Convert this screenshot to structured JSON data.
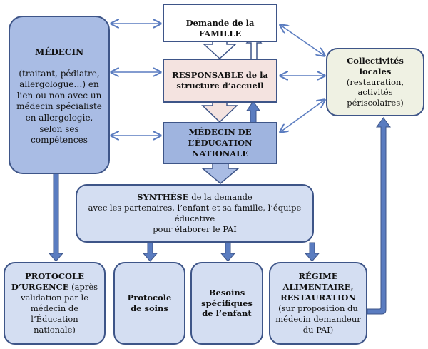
{
  "nodes": {
    "medecin": {
      "title": "MÉDECIN",
      "text": "(traitant, pédiatre, allergologue…) en lien ou non avec un médecin spécialiste en allergologie, selon ses compétences"
    },
    "demande": {
      "text": "Demande de la FAMILLE"
    },
    "responsable": {
      "bold": "RESPONSABLE",
      "text": " de la structure d’accueil"
    },
    "medecin_en": {
      "text": "MÉDECIN DE L’ÉDUCATION NATIONALE"
    },
    "collectivites": {
      "title": "Collectivités locales",
      "text": "(restauration, activités périscolaires)"
    },
    "synthese": {
      "bold": "SYNTHÈSE",
      "line1": " de la demande",
      "line2": "avec les partenaires, l’enfant et sa famille, l’équipe éducative",
      "line3": "pour élaborer le PAI"
    },
    "urgence": {
      "bold": "PROTOCOLE D’URGENCE",
      "text": " (après validation par le médecin de l’Éducation nationale)"
    },
    "soins": {
      "text": "Protocole de soins"
    },
    "besoins": {
      "text": "Besoins spécifiques de l’enfant"
    },
    "regime": {
      "bold": "RÉGIME ALIMENTAIRE, RESTAURATION",
      "text": "(sur proposition du médecin demandeur du PAI)"
    }
  },
  "colors": {
    "border": "#3e5588",
    "arrow": "#5a7cc0",
    "medecin": "#a9bce4",
    "responsable": "#f4e3e0",
    "medecin_en": "#9fb4df",
    "collectivites": "#eff1e3",
    "synthese": "#d4def2",
    "bottom": "#d4def2"
  }
}
